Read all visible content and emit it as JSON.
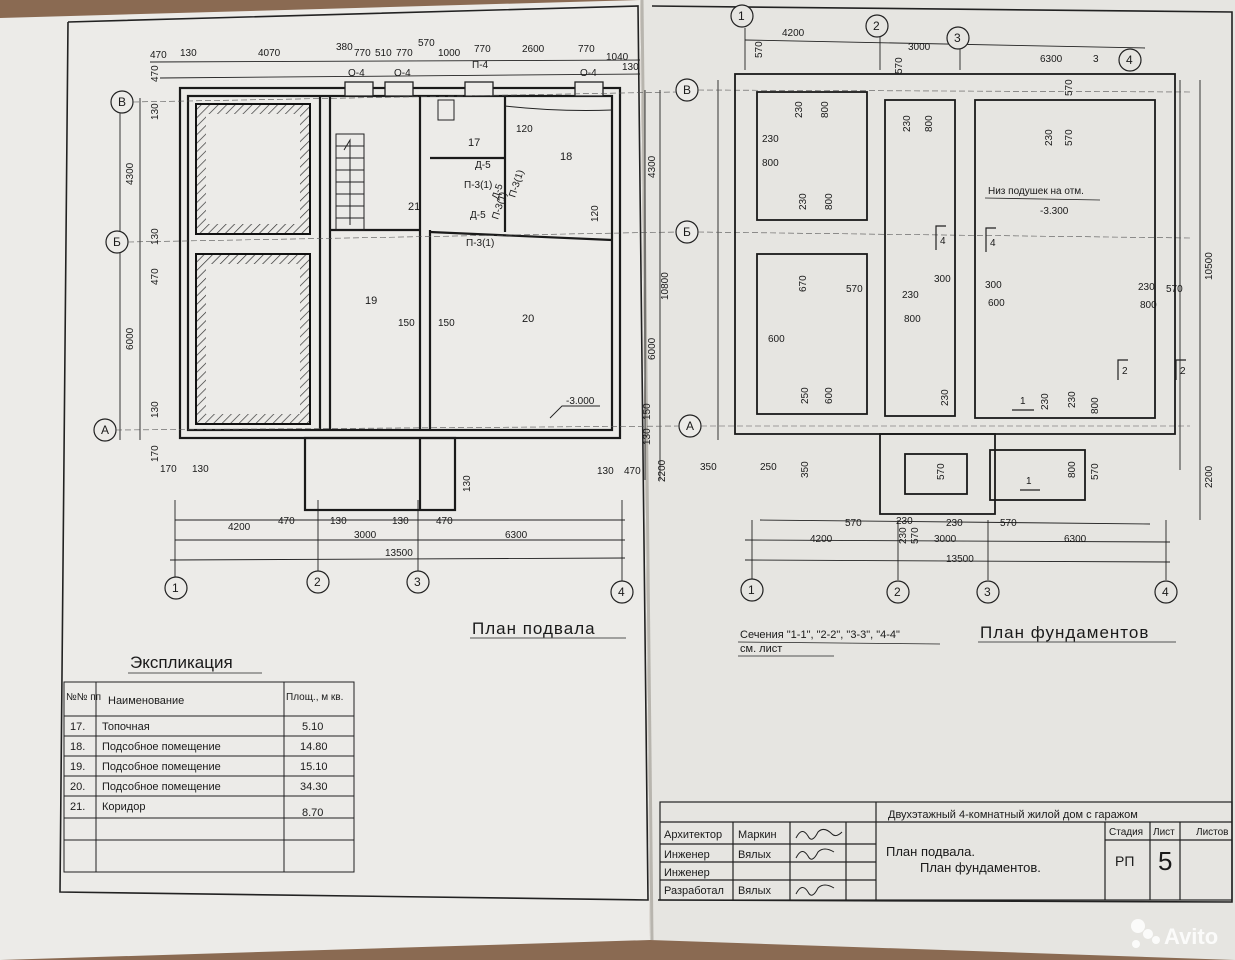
{
  "basement_plan": {
    "title": "План подвала",
    "axes_letters": [
      "В",
      "Б",
      "А"
    ],
    "axes_numbers": [
      "1",
      "2",
      "3",
      "4"
    ],
    "top_dims": [
      "470",
      "130",
      "4070",
      "380",
      "770",
      "510",
      "770",
      "570",
      "1000",
      "770",
      "2600",
      "770",
      "1040",
      "130"
    ],
    "openings_top": [
      "О-4",
      "О-4",
      "П-4",
      "О-4"
    ],
    "left_dims": [
      "470",
      "130",
      "4300",
      "130",
      "470",
      "6000",
      "130",
      "170"
    ],
    "bottom_dims_row1": [
      "170",
      "130",
      "130",
      "470"
    ],
    "bottom_dims_row2": [
      "4200",
      "470",
      "130",
      "3000",
      "130",
      "470",
      "6300"
    ],
    "total_width": "13500",
    "right_dims": [
      "4300",
      "10800",
      "6000",
      "150",
      "130",
      "2200"
    ],
    "inner_dims": [
      "120",
      "120",
      "150",
      "150",
      "130"
    ],
    "rooms": [
      "17",
      "18",
      "21",
      "19",
      "20"
    ],
    "door_labels": [
      "Д-5",
      "П-3(1)",
      "П-3(1)",
      "Д-5",
      "П-3(1)",
      "Д-5",
      "П-3(1)"
    ],
    "elevation": "-3.000"
  },
  "foundation_plan": {
    "title": "План фундаментов",
    "axes_letters": [
      "В",
      "Б",
      "А"
    ],
    "axes_numbers": [
      "1",
      "2",
      "3",
      "4"
    ],
    "top_dims": [
      "4200",
      "3000",
      "6300"
    ],
    "top_small": [
      "570",
      "230",
      "800",
      "570",
      "230",
      "800",
      "570",
      "230",
      "570",
      "3"
    ],
    "left_small": [
      "230",
      "800",
      "230",
      "800",
      "670",
      "570",
      "600",
      "250",
      "600",
      "350",
      "250"
    ],
    "mid_small": [
      "300",
      "300",
      "600",
      "230",
      "800",
      "230",
      "800",
      "570",
      "230"
    ],
    "right_small": [
      "230",
      "570",
      "800",
      "10500",
      "230",
      "800",
      "570",
      "2200"
    ],
    "bottom_small": [
      "570",
      "230",
      "230",
      "570",
      "230",
      "570"
    ],
    "bottom_dims": [
      "4200",
      "3000",
      "6300"
    ],
    "total_width": "13500",
    "note": "Низ подушек на отм.",
    "note_elev": "-3.300",
    "section_marks": [
      "4",
      "4",
      "2",
      "2",
      "1",
      "1"
    ]
  },
  "sections_note": {
    "line1": "Сечения \"1-1\", \"2-2\", \"3-3\", \"4-4\"",
    "line2": "см. лист"
  },
  "explication": {
    "title": "Экспликация",
    "headers": [
      "№№ пп",
      "Наименование",
      "Площ., м кв."
    ],
    "rows": [
      {
        "n": "17.",
        "name": "Топочная",
        "area": "5.10"
      },
      {
        "n": "18.",
        "name": "Подсобное помещение",
        "area": "14.80"
      },
      {
        "n": "19.",
        "name": "Подсобное помещение",
        "area": "15.10"
      },
      {
        "n": "20.",
        "name": "Подсобное помещение",
        "area": "34.30"
      },
      {
        "n": "21.",
        "name": "Коридор",
        "area": "8.70"
      }
    ]
  },
  "title_block": {
    "project": "Двухэтажный 4-комнатный жилой дом с гаражом",
    "roles": [
      {
        "role": "Архитектор",
        "name": "Маркин"
      },
      {
        "role": "Инженер",
        "name": "Вялых"
      },
      {
        "role": "Инженер",
        "name": ""
      },
      {
        "role": "Разработал",
        "name": "Вялых"
      }
    ],
    "sheet_title_1": "План подвала.",
    "sheet_title_2": "План фундаментов.",
    "stage_label": "Стадия",
    "sheet_label": "Лист",
    "sheets_label": "Листов",
    "stage": "РП",
    "sheet": "5"
  },
  "watermark": "Avito"
}
